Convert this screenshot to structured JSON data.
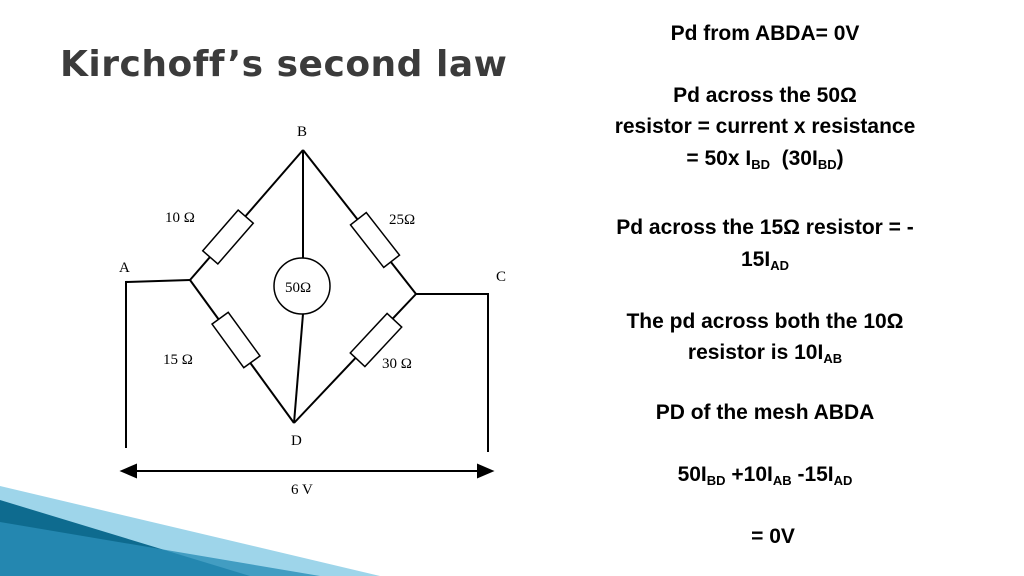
{
  "slide": {
    "title": "Kirchoff’s second law"
  },
  "diagram": {
    "nodes": {
      "a": "A",
      "b": "B",
      "c": "C",
      "d": "D"
    },
    "resistors": {
      "ab": "10 Ω",
      "bc": "25Ω",
      "bd": "50Ω",
      "ad": "15 Ω",
      "dc": "30 Ω"
    },
    "supply": "6 V"
  },
  "notes": {
    "line1": "Pd from ABDA= 0V",
    "line2a": "Pd across the 50Ω",
    "line2b": "resistor = current x resistance",
    "line2c_prefix": "= 50x I",
    "line2c_sub1": "BD",
    "line2c_mid": "  (30I",
    "line2c_sub2": "BD",
    "line2c_end": ")",
    "line3a": "Pd across the 15Ω resistor = -",
    "line3b_prefix": "15I",
    "line3b_sub": "AD",
    "line4a": "The pd across both the 10Ω",
    "line4b_prefix": "resistor is 10I",
    "line4b_sub": "AB",
    "line5": "PD of the mesh ABDA",
    "eq_t1": "50I",
    "eq_s1": "BD",
    "eq_t2": " +10I",
    "eq_s2": "AB",
    "eq_t3": " -15I",
    "eq_s3": "AD",
    "result": "= 0V"
  },
  "colors": {
    "title": "#3b3b3b",
    "accent_dark": "#0e6b8f",
    "accent_light": "#4fb3d9"
  }
}
